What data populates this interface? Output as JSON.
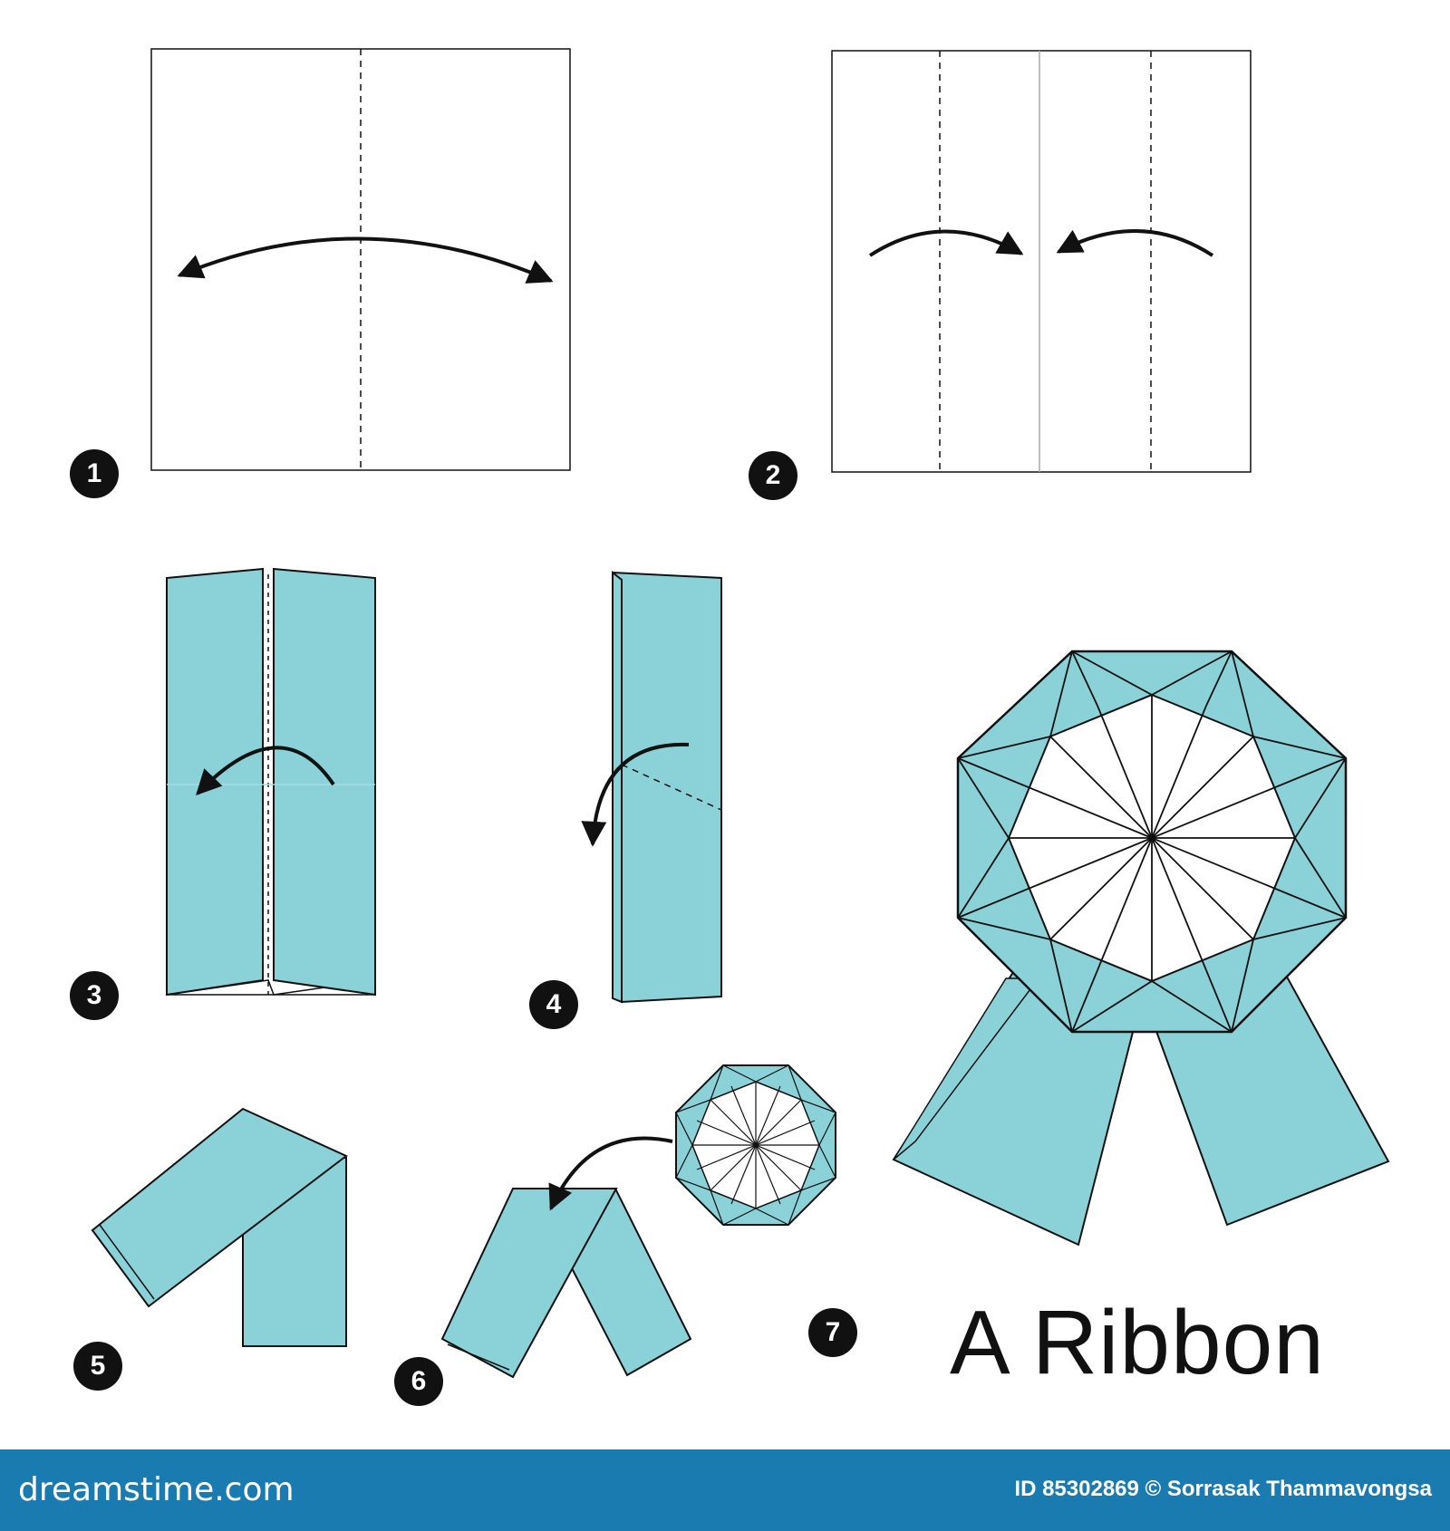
{
  "title": "A Ribbon",
  "steps": [
    "1",
    "2",
    "3",
    "4",
    "5",
    "6",
    "7"
  ],
  "footer": {
    "site": "dreamstime.com",
    "credit": "ID 85302869 © Sorrasak Thammavongsa"
  },
  "colors": {
    "paper_face": "#8bd2d8",
    "paper_back": "#ffffff",
    "line": "#111111",
    "footer_bg": "#1a7bb0"
  }
}
